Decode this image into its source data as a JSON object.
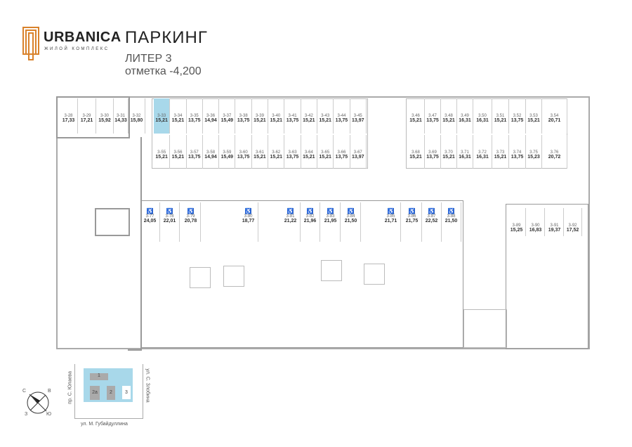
{
  "brand": {
    "name": "URBANICA",
    "tagline": "ЖИЛОЙ КОМПЛЕКС"
  },
  "header": {
    "title": "ПАРКИНГ",
    "subtitle": "ЛИТЕР 3",
    "level": "отметка -4,200"
  },
  "highlight_color": "#a8d8ea",
  "spots": [
    {
      "id": "3-28",
      "area": "17,33"
    },
    {
      "id": "3-29",
      "area": "17,21"
    },
    {
      "id": "3-30",
      "area": "15,92"
    },
    {
      "id": "3-31",
      "area": "14,33"
    },
    {
      "id": "3-32",
      "area": "15,80"
    },
    {
      "id": "3-33",
      "area": "15,21",
      "selected": true
    },
    {
      "id": "3-34",
      "area": "15,21"
    },
    {
      "id": "3-35",
      "area": "13,75"
    },
    {
      "id": "3-36",
      "area": "14,94"
    },
    {
      "id": "3-37",
      "area": "15,49"
    },
    {
      "id": "3-38",
      "area": "13,75"
    },
    {
      "id": "3-39",
      "area": "15,21"
    },
    {
      "id": "3-40",
      "area": "15,21"
    },
    {
      "id": "3-41",
      "area": "13,75"
    },
    {
      "id": "3-42",
      "area": "15,21"
    },
    {
      "id": "3-43",
      "area": "15,21"
    },
    {
      "id": "3-44",
      "area": "13,75"
    },
    {
      "id": "3-45",
      "area": "13,97"
    },
    {
      "id": "3-55",
      "area": "15,21"
    },
    {
      "id": "3-56",
      "area": "15,21"
    },
    {
      "id": "3-57",
      "area": "13,75"
    },
    {
      "id": "3-58",
      "area": "14,94"
    },
    {
      "id": "3-59",
      "area": "15,49"
    },
    {
      "id": "3-60",
      "area": "13,75"
    },
    {
      "id": "3-61",
      "area": "15,21"
    },
    {
      "id": "3-62",
      "area": "15,21"
    },
    {
      "id": "3-63",
      "area": "13,75"
    },
    {
      "id": "3-64",
      "area": "15,21"
    },
    {
      "id": "3-65",
      "area": "15,21"
    },
    {
      "id": "3-66",
      "area": "13,75"
    },
    {
      "id": "3-67",
      "area": "13,97"
    },
    {
      "id": "3.46",
      "area": "15,21"
    },
    {
      "id": "3.47",
      "area": "13,75"
    },
    {
      "id": "3.48",
      "area": "15,21"
    },
    {
      "id": "3.49",
      "area": "16,31"
    },
    {
      "id": "3.50",
      "area": "16,31"
    },
    {
      "id": "3.51",
      "area": "15,21"
    },
    {
      "id": "3.52",
      "area": "13,75"
    },
    {
      "id": "3.53",
      "area": "15,21"
    },
    {
      "id": "3.54",
      "area": "20,71"
    },
    {
      "id": "3.68",
      "area": "15,21"
    },
    {
      "id": "3.69",
      "area": "13,75"
    },
    {
      "id": "3.70",
      "area": "15,21"
    },
    {
      "id": "3.71",
      "area": "16,31"
    },
    {
      "id": "3.72",
      "area": "16,31"
    },
    {
      "id": "3.73",
      "area": "15,21"
    },
    {
      "id": "3.74",
      "area": "13,75"
    },
    {
      "id": "3.75",
      "area": "15,23"
    },
    {
      "id": "3.76",
      "area": "20,72"
    },
    {
      "id": "3-77",
      "area": "24,05",
      "accessible": true
    },
    {
      "id": "3-78",
      "area": "22,01",
      "accessible": true
    },
    {
      "id": "3-79",
      "area": "20,78",
      "accessible": true
    },
    {
      "id": "3-80",
      "area": "18,77",
      "accessible": true
    },
    {
      "id": "3-81",
      "area": "21,22",
      "accessible": true
    },
    {
      "id": "3-82",
      "area": "21,96",
      "accessible": true
    },
    {
      "id": "3-83",
      "area": "21,95",
      "accessible": true
    },
    {
      "id": "3-84",
      "area": "21,50",
      "accessible": true
    },
    {
      "id": "3-85",
      "area": "21,71",
      "accessible": true
    },
    {
      "id": "3-86",
      "area": "21,75",
      "accessible": true
    },
    {
      "id": "3-87",
      "area": "22,52",
      "accessible": true
    },
    {
      "id": "3-88",
      "area": "21,50",
      "accessible": true
    },
    {
      "id": "3-89",
      "area": "15,25"
    },
    {
      "id": "3-90",
      "area": "16,83"
    },
    {
      "id": "3-91",
      "area": "19,37"
    },
    {
      "id": "3-92",
      "area": "17,52"
    }
  ],
  "accessible_icon": "♿",
  "compass": {
    "n": "С",
    "e": "В",
    "w": "З",
    "s": "Ю"
  },
  "site_map": {
    "buildings": [
      "1",
      "2а",
      "2",
      "3"
    ],
    "street_left": "пр. С. Юлаева",
    "street_right": "ул. С. Злобина",
    "street_bottom": "ул. М. Губайдуллина"
  }
}
